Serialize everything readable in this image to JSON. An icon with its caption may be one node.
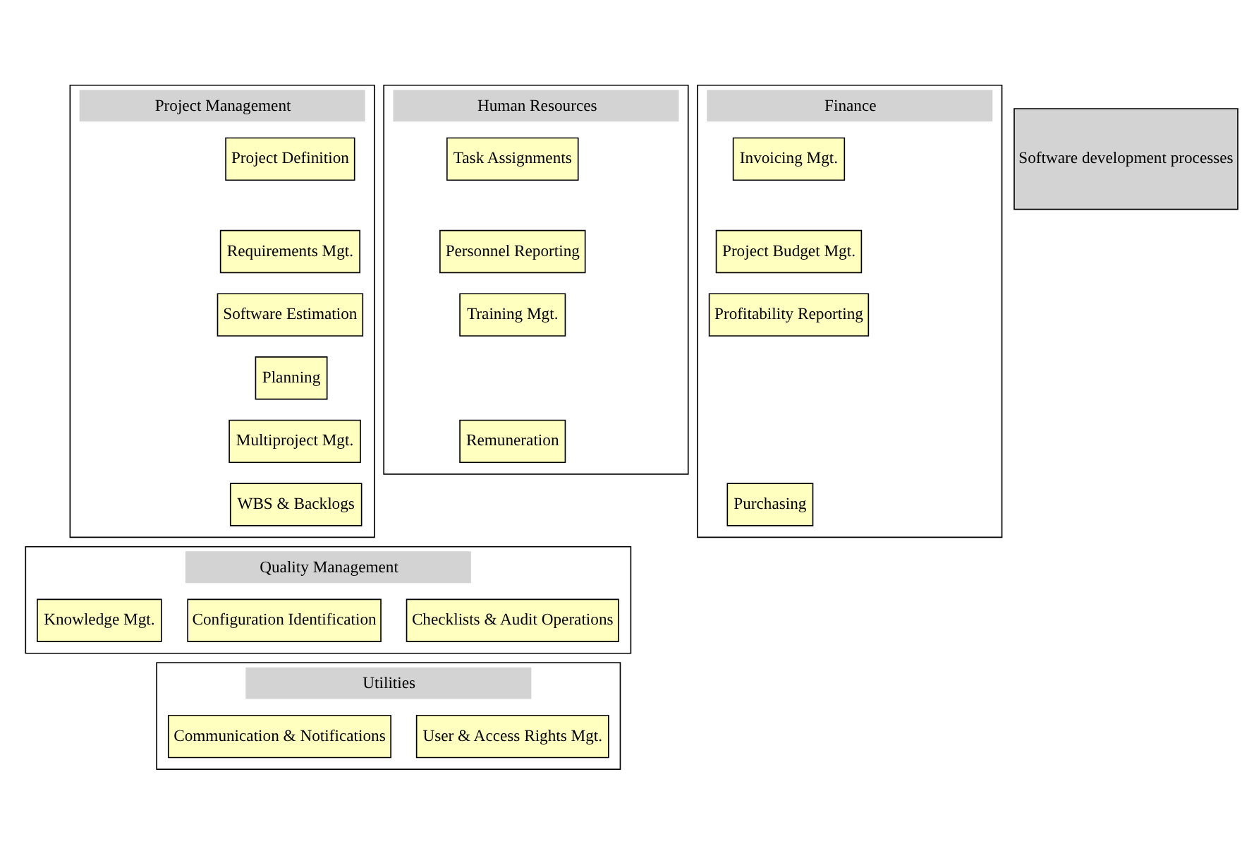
{
  "diagram": {
    "nodes": [
      {
        "text": [
          "Project Management"
        ]
      },
      {
        "text": [
          "Project Definition"
        ],
        "in": 0
      },
      {
        "text": [
          "Requirements Mgt."
        ],
        "in": 0
      },
      {
        "text": [
          "Software Estimation"
        ],
        "in": 0
      },
      {
        "text": [
          "Planning"
        ],
        "in": 0
      },
      {
        "text": [
          "Multiproject Mgt."
        ],
        "in": 0
      },
      {
        "text": [
          "WBS & Backlogs"
        ],
        "in": 0
      },
      {
        "text": [
          "Human Resources"
        ]
      },
      {
        "text": [
          "Task Assignments"
        ],
        "in": 7
      },
      {
        "text": [
          "Personnel Reporting"
        ],
        "in": 7
      },
      {
        "text": [
          "Training Mgt."
        ],
        "in": 7
      },
      {
        "text": [
          "Remuneration"
        ],
        "in": 7
      },
      {
        "text": [
          "Finance"
        ]
      },
      {
        "text": [
          "Invoicing Mgt."
        ],
        "in": 12
      },
      {
        "text": [
          "Project Budget Mgt."
        ],
        "in": 12
      },
      {
        "text": [
          "Profitability Reporting"
        ],
        "in": 12
      },
      {
        "text": [
          "Purchasing"
        ],
        "in": 12
      },
      {
        "text": [
          "Quality Management"
        ]
      },
      {
        "text": [
          "Checklists & Audit Operations"
        ],
        "in": 17
      },
      {
        "text": [
          "Configuration Identification"
        ],
        "in": 17
      },
      {
        "text": [
          "Knowledge Mgt."
        ],
        "in": 17
      },
      {
        "text": [
          "Utilities"
        ]
      },
      {
        "text": [
          "User & Access Rights Mgt."
        ],
        "in": 21
      },
      {
        "text": [
          "Communication & Notifications"
        ],
        "in": 21
      },
      {
        "text": [
          "Software development processes"
        ]
      }
    ]
  }
}
